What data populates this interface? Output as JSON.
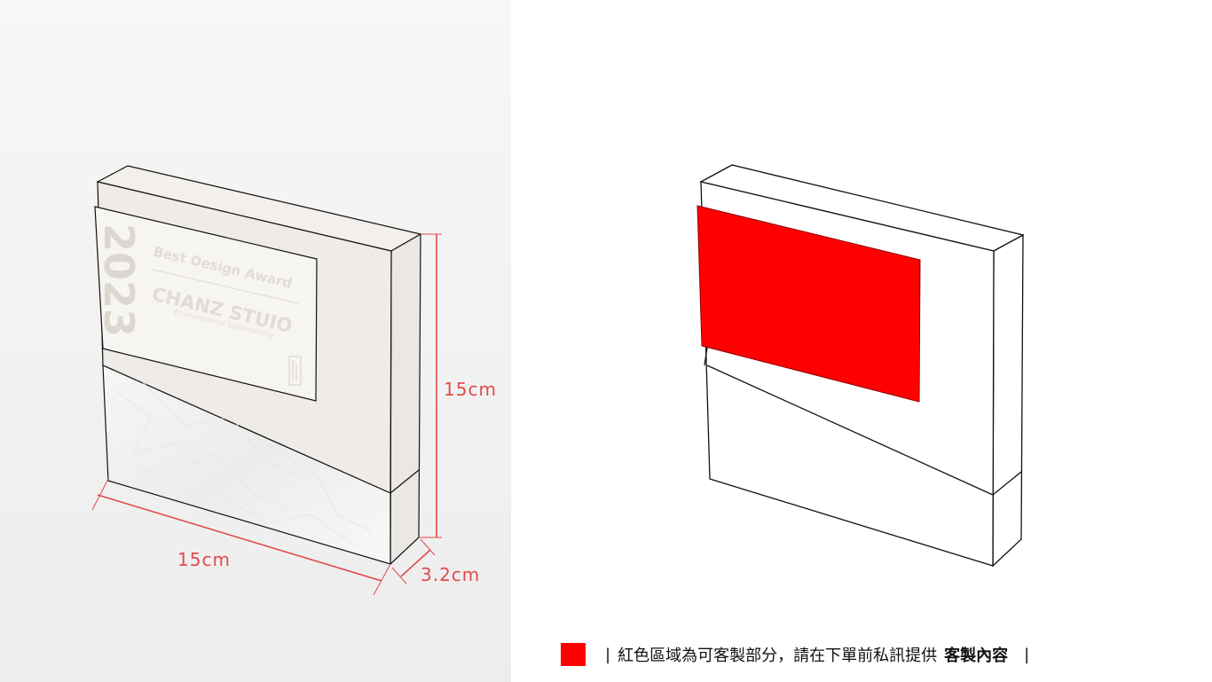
{
  "dimensions": {
    "width_label": "15cm",
    "height_label": "15cm",
    "depth_label": "3.2cm"
  },
  "plaque": {
    "year": "2023",
    "award_title": "Best Design Award",
    "studio_name": "CHANZ STUIO",
    "subtitle": "Environmental Sustainability"
  },
  "legend": {
    "separator_left": "|",
    "text": "紅色區域為可客製部分，請在下單前私訊提供",
    "bold_text": "客製內容",
    "separator_right": "|"
  },
  "colors": {
    "highlight": "#ff0000",
    "dimension_line": "#e04b4b",
    "block_face": "#efebe7",
    "outline": "#111111"
  }
}
